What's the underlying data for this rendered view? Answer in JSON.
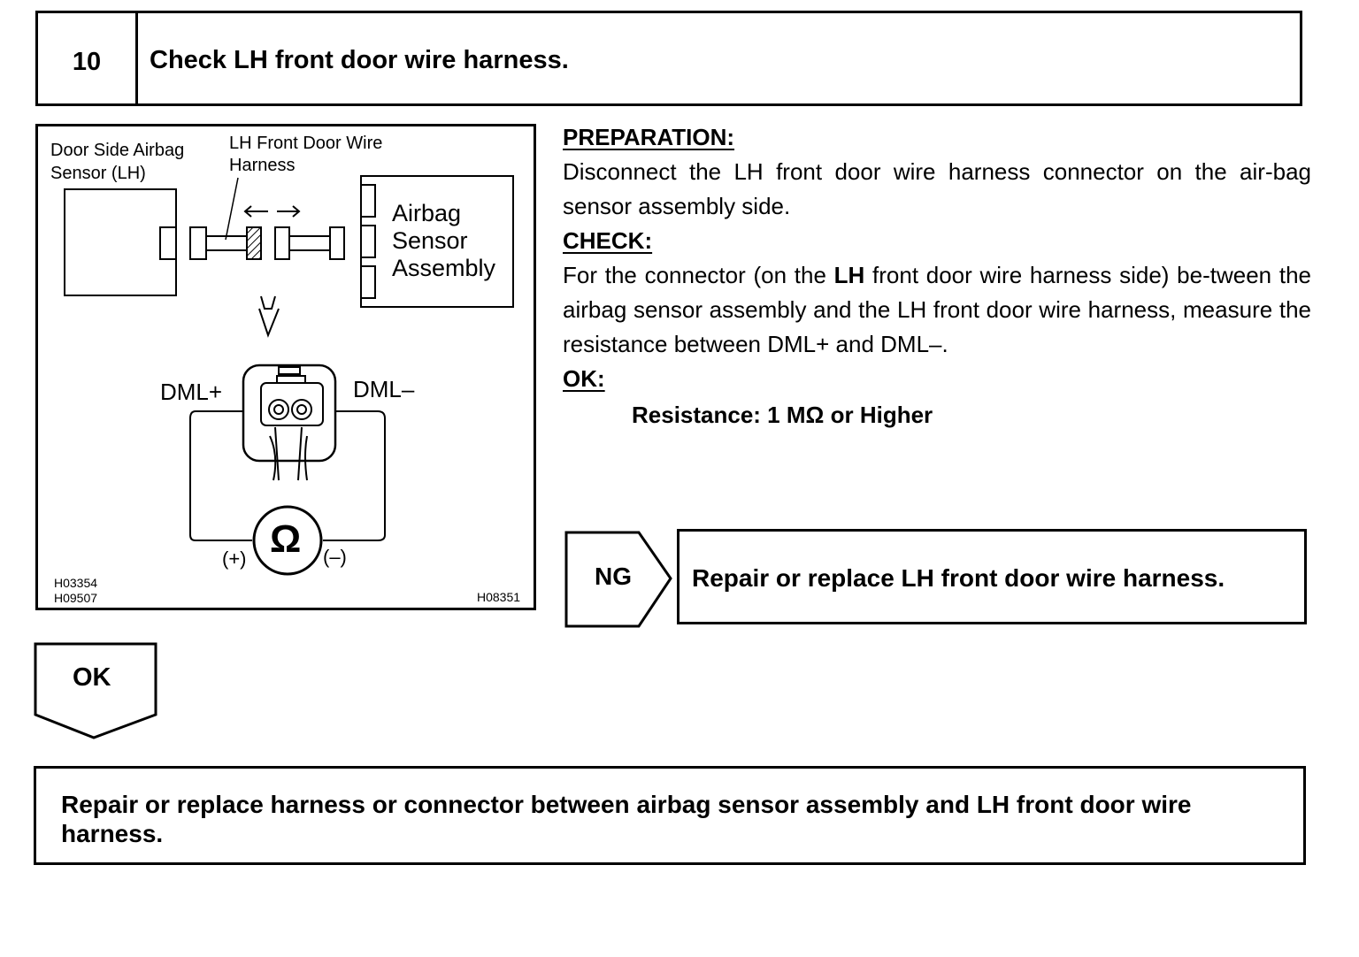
{
  "step": {
    "number": "10",
    "title": "Check LH front door wire harness."
  },
  "figure": {
    "label_door_sensor_line1": "Door Side Airbag",
    "label_door_sensor_line2": "Sensor (LH)",
    "label_harness_line1": "LH Front Door Wire",
    "label_harness_line2": "Harness",
    "label_airbag_line1": "Airbag",
    "label_airbag_line2": "Sensor",
    "label_airbag_line3": "Assembly",
    "terminal_plus": "DML+",
    "terminal_minus": "DML–",
    "ohm_symbol": "Ω",
    "probe_plus": "(+)",
    "probe_minus": "(–)",
    "code_1": "H03354",
    "code_2": "H09507",
    "code_3": "H08351"
  },
  "instructions": {
    "preparation_title": "PREPARATION:",
    "preparation_text": "Disconnect the LH front door wire harness connector on the air-bag sensor assembly side.",
    "check_title": "CHECK:",
    "check_text_1": "For the connector (on the ",
    "check_text_bold": "LH",
    "check_text_2": " front door wire harness side) be-tween the airbag sensor assembly and the LH front door wire harness, measure the resistance between DML+ and DML–.",
    "ok_title": "OK:",
    "ok_spec": "Resistance: 1 MΩ or Higher"
  },
  "ng_branch": {
    "label": "NG",
    "action": "Repair or replace LH front door wire harness."
  },
  "ok_branch": {
    "label": "OK",
    "action": "Repair or replace harness or connector between airbag sensor assembly and LH front door wire harness."
  }
}
